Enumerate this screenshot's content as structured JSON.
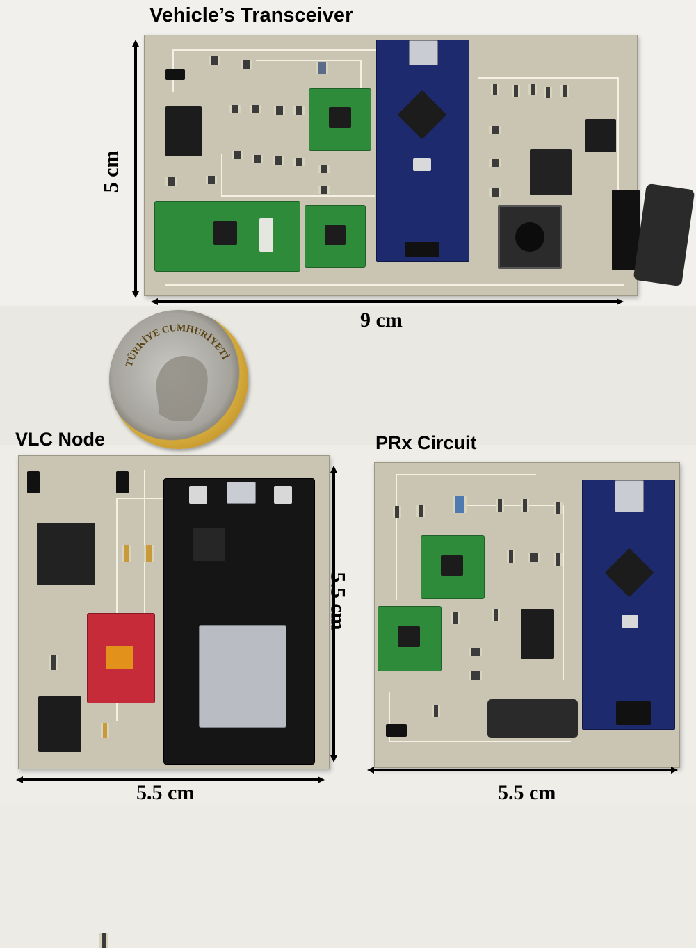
{
  "labels": {
    "vehicle_transceiver": "Vehicle’s Transceiver",
    "vlc_node": "VLC Node",
    "prx_circuit": "PRx Circuit"
  },
  "dimensions": {
    "vehicle_height": "5 cm",
    "vehicle_width": "9 cm",
    "vlc_height": "5.5 cm",
    "vlc_width": "5.5 cm",
    "prx_width": "5.5 cm"
  },
  "coin": {
    "inscription": "TÜRKİYE CUMHURİYETİ"
  },
  "colors": {
    "pcb": "#c9c5b2",
    "arduino": "#1d2a6e",
    "breakout": "#2e8b3a",
    "esp32": "#151515",
    "sensor": "#c62b3a"
  }
}
